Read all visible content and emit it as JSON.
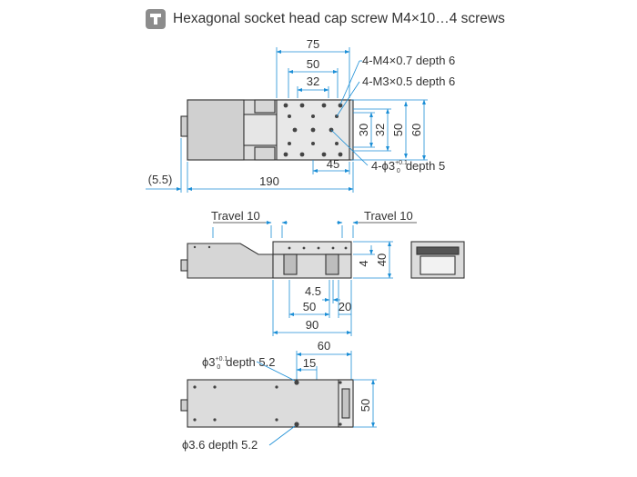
{
  "header": {
    "icon": "socket-head-screw-icon",
    "title": "Hexagonal socket head cap screw M4×10…4 screws"
  },
  "top_view": {
    "dim_75": "75",
    "dim_50": "50",
    "dim_32": "32",
    "dim_30": "30",
    "dim_32v": "32",
    "dim_50v": "50",
    "dim_60v": "60",
    "dim_45": "45",
    "dim_5_5": "(5.5)",
    "dim_190": "190",
    "note_m4": "4-M4×0.7 depth 6",
    "note_m3": "4-M3×0.5 depth 6",
    "note_phi3_prefix": "4-ϕ3",
    "note_phi3_tol_plus": "+0.1",
    "note_phi3_tol_zero": "0",
    "note_phi3_suffix": "depth 5"
  },
  "front_view": {
    "travel_left": "Travel 10",
    "travel_right": "Travel 10",
    "dim_4": "4",
    "dim_40": "40",
    "dim_4_5": "4.5",
    "dim_50": "50",
    "dim_20": "20",
    "dim_90": "90"
  },
  "bottom_view": {
    "dim_60": "60",
    "dim_15": "15",
    "dim_50v": "50",
    "note_phi3_prefix": "ϕ3",
    "note_phi3_tol_plus": "+0.1",
    "note_phi3_tol_zero": "0",
    "note_phi3_suffix": "depth 5.2",
    "note_phi3_6": "ϕ3.6 depth 5.2"
  },
  "colors": {
    "dimension_line": "#1b8ed6",
    "part_outline": "#333333",
    "part_body": "#dcdcdc",
    "part_body_dark": "#c4c4c4"
  }
}
